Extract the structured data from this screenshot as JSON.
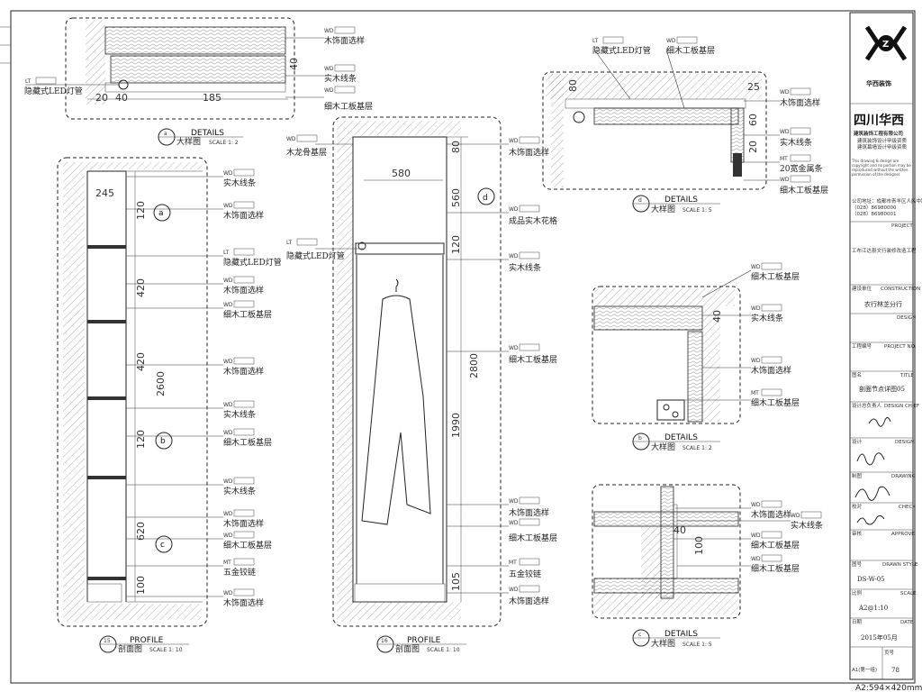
{
  "title_block": {
    "brand_short": "华西装饰",
    "company_name": "四川华西",
    "company_full": "建筑装饰工程有限公司",
    "qual1": "建筑装饰设计甲级资质",
    "qual2": "建筑幕墙设计甲级资质",
    "disclaimer": "This drawing & design are copyright and no portion may be reproduced without the written permission of the designer.",
    "contact1": "公司地址：成都市青羊区人民中路",
    "contact2": "（028）86980000",
    "contact3": "（028）86980001",
    "project_label": "PROJECT",
    "project_value": "工布江达县文行装修改造工程",
    "construction_label_cn": "建设单位",
    "construction_label_en": "CONSTRUCTION",
    "construction_value": "农行林芝分行",
    "design_label": "DESIGN",
    "project_no_label_cn": "工程编号",
    "project_no_label_en": "PROJECT NO.",
    "title_label_cn": "图名",
    "title_label_en": "TITLE",
    "title_value": "剖面节点详图05",
    "chief_label_cn": "设计总负责人",
    "chief_label_en": "DESIGN CHIEF",
    "designer_label_cn": "设计",
    "designer_label_en": "DESIGN",
    "drawing_label_cn": "制图",
    "drawing_label_en": "DRAWING",
    "check_label_cn": "校对",
    "check_label_en": "CHECK",
    "approve_label_cn": "审核",
    "approve_label_en": "APPROVE",
    "no_label_cn": "图号",
    "no_label_en": "DRAWN STYLE",
    "no_value": "DS-W-05",
    "scale_label_cn": "比例",
    "scale_label_en": "SCALE",
    "scale_value": "A2@1:10",
    "date_label_cn": "日期",
    "date_label_en": "DATE",
    "date_value": "2015年05月",
    "page_label": "页号",
    "sheet_label": "A1(第一组)",
    "sheet_no": "78",
    "paper": "A2:594×420mm"
  },
  "details": {
    "a": {
      "title": "DETAILS",
      "cn": "大样图",
      "scale": "SCALE 1: 2",
      "letter": "a"
    },
    "b": {
      "title": "DETAILS",
      "cn": "大样图",
      "scale": "SCALE 1: 2",
      "letter": "b"
    },
    "c": {
      "title": "DETAILS",
      "cn": "大样图",
      "scale": "SCALE 1: 5",
      "letter": "c"
    },
    "d": {
      "title": "DETAILS",
      "cn": "大样图",
      "scale": "SCALE 1: 5",
      "letter": "d"
    },
    "p15": {
      "title": "PROFILE",
      "cn": "剖面图",
      "scale": "SCALE 1: 10",
      "number": "15"
    },
    "p16": {
      "title": "PROFILE",
      "cn": "剖面图",
      "scale": "SCALE 1: 10",
      "number": "16"
    }
  },
  "tags": {
    "wd": "WD",
    "lt": "LT",
    "mt": "MT"
  },
  "materials": {
    "veneer": "木饰面选样",
    "solid_strip": "实木线条",
    "blockboard": "细木工板基层",
    "led": "隐藏式LED灯管",
    "hinge": "五金铰链",
    "rail": "木龙骨基层",
    "lattice": "成品实木花格",
    "metal": "20宽金属条"
  },
  "dims": {
    "a1": "20",
    "a2": "40",
    "a3": "185",
    "a4": "40",
    "d1": "80",
    "d2": "25",
    "d3": "60",
    "d4": "20",
    "b1": "40",
    "c1": "40",
    "c2": "100",
    "p15_245": "245",
    "p15_2600": "2600",
    "p15_420a": "420",
    "p15_420b": "420",
    "p15_120a": "120",
    "p15_120b": "120",
    "p15_620": "620",
    "p15_100": "100",
    "p16_580": "580",
    "p16_80": "80",
    "p16_560": "560",
    "p16_120": "120",
    "p16_2800": "2800",
    "p16_1990": "1990",
    "p16_105": "105"
  }
}
